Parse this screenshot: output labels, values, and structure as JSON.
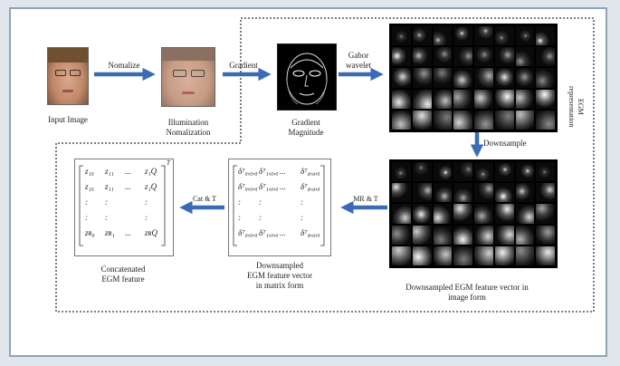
{
  "colors": {
    "arrow": "#3a6bb5",
    "dotted_border": "#333333",
    "frame_bg": "#ffffff",
    "page_bg": "#dfe6ec"
  },
  "labels": {
    "input_image": "Input Image",
    "illumination": [
      "Illumination",
      "Nomalization"
    ],
    "gradient_magnitude": [
      "Gradient",
      "Magnitude"
    ],
    "egm_representation": "EGM\nrepresentation",
    "concatenated": [
      "Concatenated",
      "EGM feature"
    ],
    "downsampled_matrix": [
      "Downsampled",
      "EGM feature vector",
      "in matrix form"
    ],
    "downsampled_image": [
      "Downsampled EGM feature vector in",
      "image form"
    ]
  },
  "arrows": {
    "normalize": "Nomalize",
    "gradient": "Gradient",
    "gabor": [
      "Gabor",
      "wavelet"
    ],
    "downsample": "Downsample",
    "mr_t": "MR & T",
    "cat_t": "Cat & T"
  },
  "concat_matrix": {
    "rows": [
      [
        "z₁₀",
        "z₁₁",
        "...",
        "z₁Q"
      ],
      [
        "z₁₀",
        "z₁₁",
        "...",
        "z₁Q"
      ],
      [
        ":",
        ":",
        "",
        ":"
      ],
      [
        ":",
        ":",
        "",
        ":"
      ],
      [
        "zʀ₀",
        "zʀ₁",
        "...",
        "zʀQ"
      ]
    ],
    "superscript": "T"
  },
  "ds_matrix": {
    "rows": [
      [
        "δᵀ₀,₀,₀",
        "δᵀ₁,₀,₀",
        "...",
        "δᵀ₄,₈,₀"
      ],
      [
        "δᵀ₀,₀,₀",
        "δᵀ₁,₀,₀",
        "...",
        "δᵀ₄,₈,₀"
      ],
      [
        ":",
        ":",
        "",
        ":"
      ],
      [
        ":",
        ":",
        "",
        ":"
      ],
      [
        "δᵀ₀,₀,₀",
        "δᵀ₁,₀,₀",
        "...",
        "δᵀ₄,₈,₀"
      ]
    ]
  }
}
